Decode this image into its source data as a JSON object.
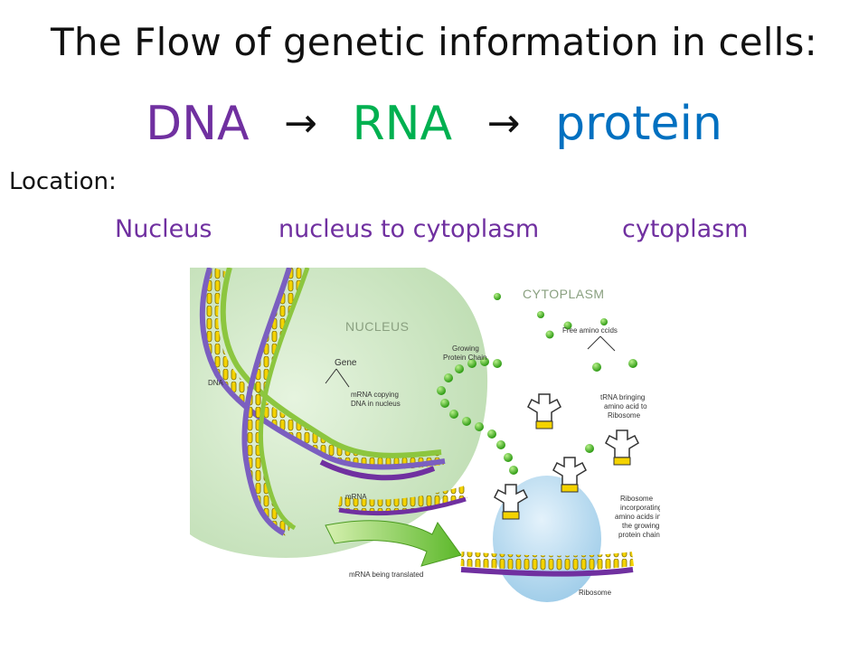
{
  "title": "The Flow of genetic information in cells:",
  "flow": {
    "dna": "DNA",
    "arrow1": "→",
    "rna": "RNA",
    "arrow2": "→",
    "protein": "protein"
  },
  "location": {
    "label": "Location:",
    "nucleus": "Nucleus",
    "transit": "nucleus to cytoplasm",
    "cytoplasm": "cytoplasm"
  },
  "colors": {
    "dna": "#7030A0",
    "rna": "#00B050",
    "protein": "#0070C0"
  },
  "diagram": {
    "nucleus": "NUCLEUS",
    "cytoplasm": "CYTOPLASM",
    "gene": "Gene",
    "dna": "DNA",
    "mrna_copying_1": "mRNA copying",
    "mrna_copying_2": "DNA in nucleus",
    "growing_1": "Growing",
    "growing_2": "Protein Chain",
    "free_amino": "Free amino ccids",
    "trna_1": "tRNA bringing",
    "trna_2": "amino acid to",
    "trna_3": "Ribosome",
    "mrna": "mRNA",
    "ribo_1": "Ribosome",
    "ribo_2": "incorporating",
    "ribo_3": "amino acids into",
    "ribo_4": "the growing",
    "ribo_5": "protein chain",
    "translated": "mRNA being translated",
    "ribosome": "Ribosome"
  }
}
